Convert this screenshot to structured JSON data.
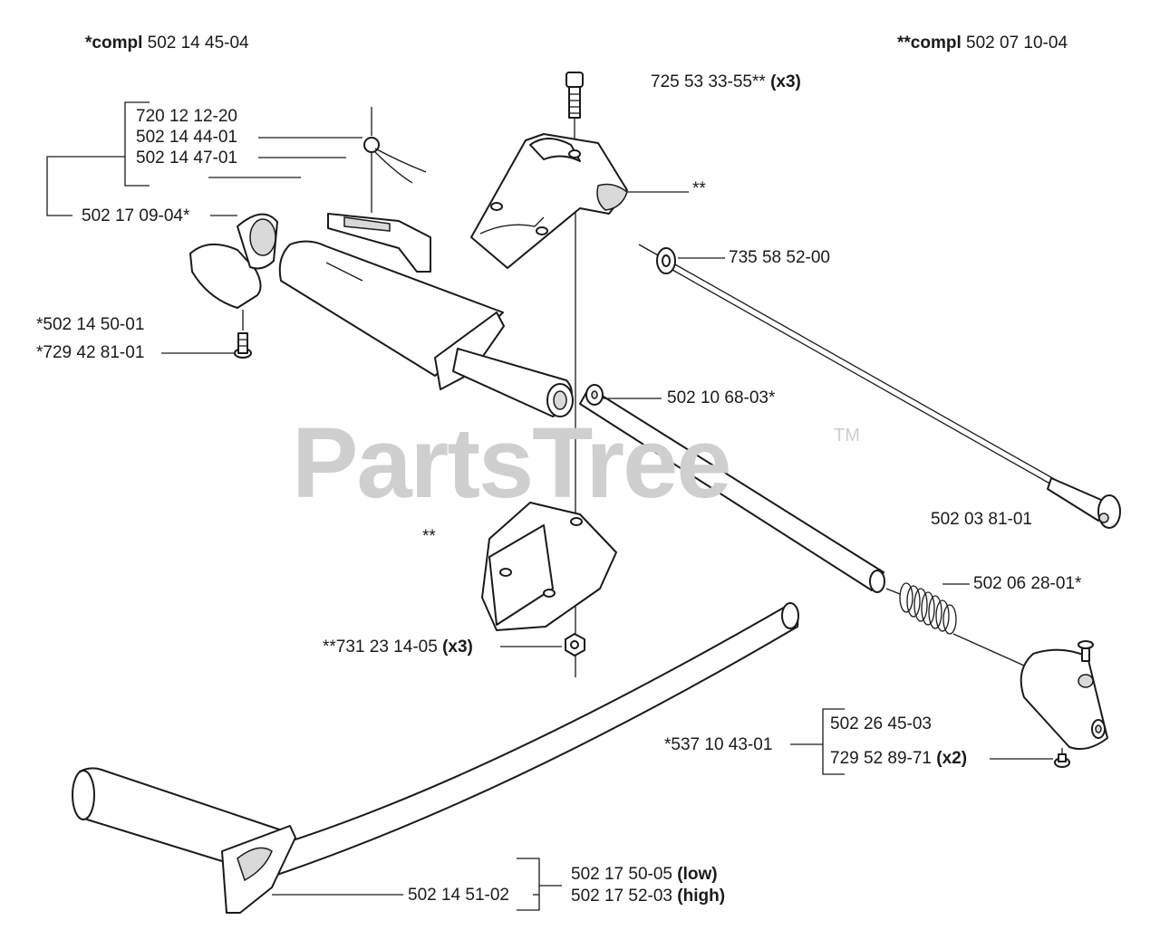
{
  "watermark": {
    "text": "PartsTree",
    "tm": "TM"
  },
  "headers": {
    "left": {
      "prefix": "*compl",
      "number": "502 14 45-04"
    },
    "right": {
      "prefix": "**compl",
      "number": "502 07 10-04"
    }
  },
  "labels": {
    "screw_top": {
      "number": "725 53 33-55**",
      "qty": "(x3)"
    },
    "group_a_1": "720 12 12-20",
    "group_a_2": "502 14 44-01",
    "group_a_3": "502 14 47-01",
    "group_a_parent": "502 17 09-04*",
    "clamp_upper": "**",
    "washer": "735 58 52-00",
    "lever": "*502 14 50-01",
    "lever_screw": "*729 42 81-01",
    "tube": "502 10 68-03*",
    "rod": "502 03 81-01",
    "clamp_lower": "**",
    "spring": "502 06 28-01*",
    "nut": {
      "number": "**731 23 14-05",
      "qty": "(x3)"
    },
    "group_b_1": "502 26 45-03",
    "group_b_2": {
      "number": "729 52 89-71",
      "qty": "(x2)"
    },
    "group_b_parent": "*537 10 43-01",
    "handle": "502 14 51-02",
    "handle_low": {
      "number": "502 17 50-05",
      "qty": "(low)"
    },
    "handle_high": {
      "number": "502 17 52-03",
      "qty": "(high)"
    }
  }
}
